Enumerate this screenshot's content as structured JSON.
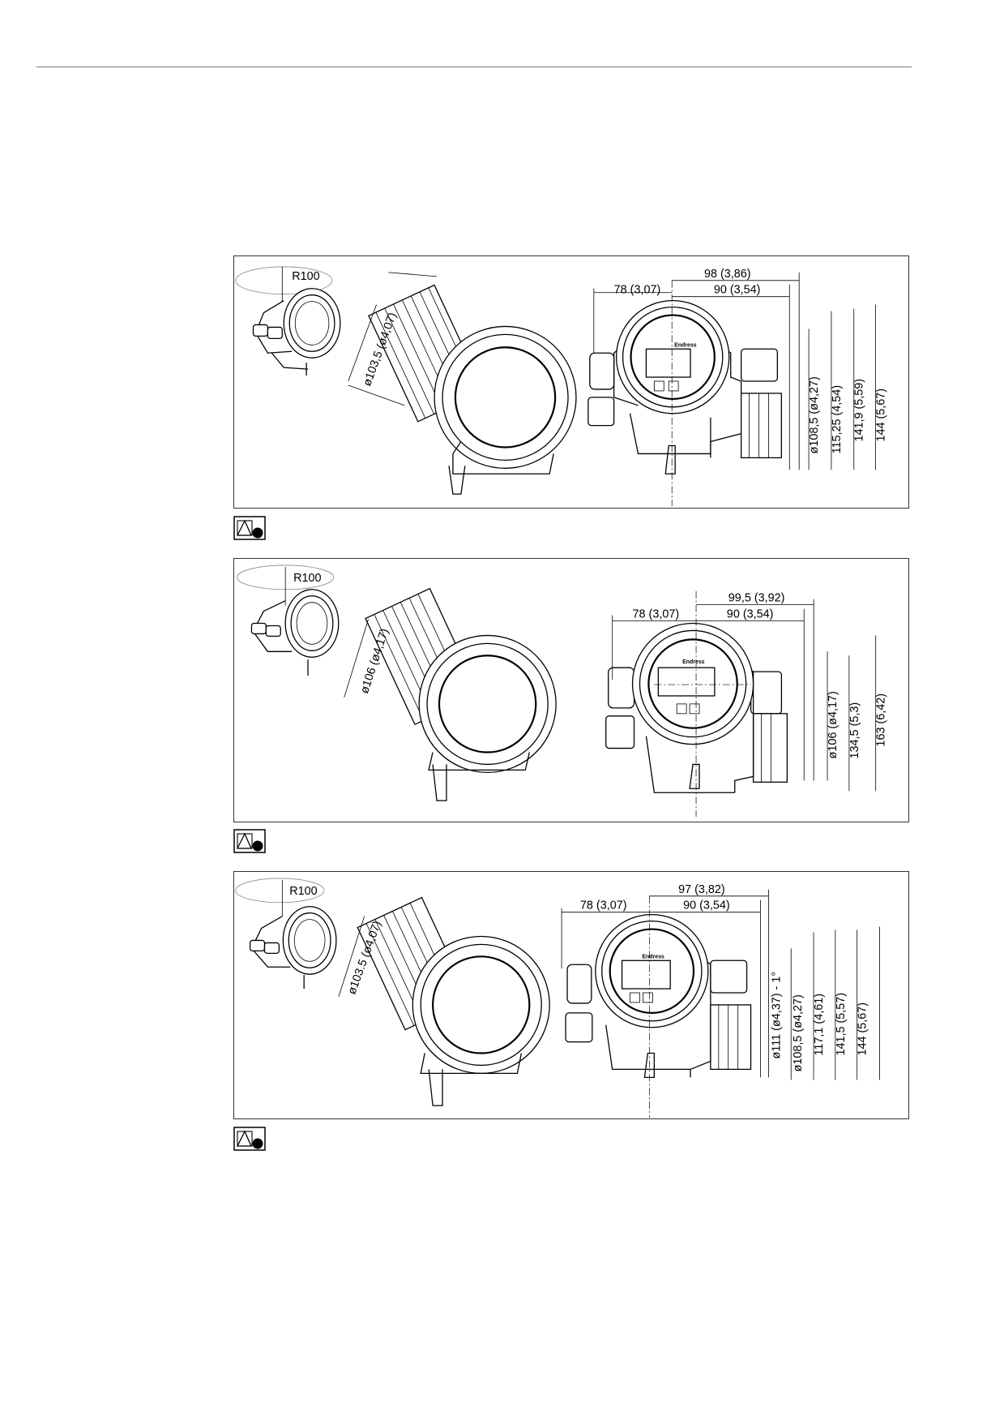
{
  "figures": [
    {
      "id": "fig1",
      "radius_label": "R100",
      "diameter_label": "ø103,5 (ø4,07)",
      "brand_label": "Endress",
      "horizontal_dims": [
        "98 (3,86)",
        "78 (3,07)",
        "90 (3,54)"
      ],
      "vertical_dims": [
        "ø108,5 (ø4,27)",
        "115,25 (4,54)",
        "141,9 (5,59)",
        "144 (5,67)"
      ],
      "view_icon": "view-direction-icon"
    },
    {
      "id": "fig2",
      "radius_label": "R100",
      "diameter_label": "ø106 (ø4,17)",
      "brand_label": "Endress",
      "horizontal_dims": [
        "99,5 (3,92)",
        "78 (3,07)",
        "90 (3,54)"
      ],
      "vertical_dims": [
        "ø106 (ø4,17)",
        "134,5 (5,3)",
        "163 (6,42)"
      ],
      "view_icon": "view-direction-icon"
    },
    {
      "id": "fig3",
      "radius_label": "R100",
      "diameter_label": "ø103.5 (ø4,07)",
      "brand_label": "Endress",
      "horizontal_dims": [
        "97 (3,82)",
        "78 (3,07)",
        "90 (3,54)"
      ],
      "vertical_dims": [
        "ø111 (ø4,37) - 1°",
        "ø108,5 (ø4,27)",
        "117,1 (4,61)",
        "141,5 (5,57)",
        "144 (5,67)"
      ],
      "view_icon": "view-direction-icon"
    }
  ]
}
